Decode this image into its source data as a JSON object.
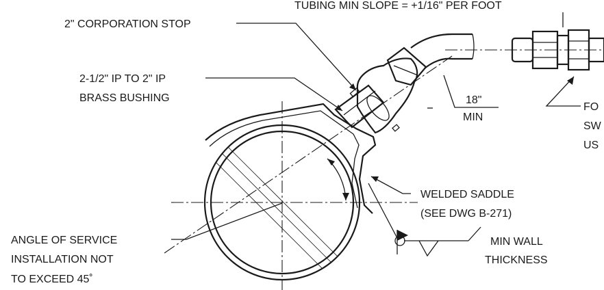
{
  "labels": {
    "slope_note": "TUBING MIN SLOPE = +1/16\" PER FOOT",
    "corp_stop": "2\" CORPORATION STOP",
    "bushing_line1": "2-1/2\" IP TO 2\" IP",
    "bushing_line2": "BRASS BUSHING",
    "min_length_value": "18\"",
    "min_length_unit": "MIN",
    "fo_line1": "FO",
    "fo_line2": "SW",
    "fo_line3": "US",
    "saddle_line1": "WELDED SADDLE",
    "saddle_line2": "(SEE DWG B-271)",
    "wall_line1": "MIN WALL",
    "wall_line2": "THICKNESS",
    "angle_line1": "ANGLE OF SERVICE",
    "angle_line2": "INSTALLATION NOT",
    "angle_line3": "TO EXCEED 45˚"
  }
}
